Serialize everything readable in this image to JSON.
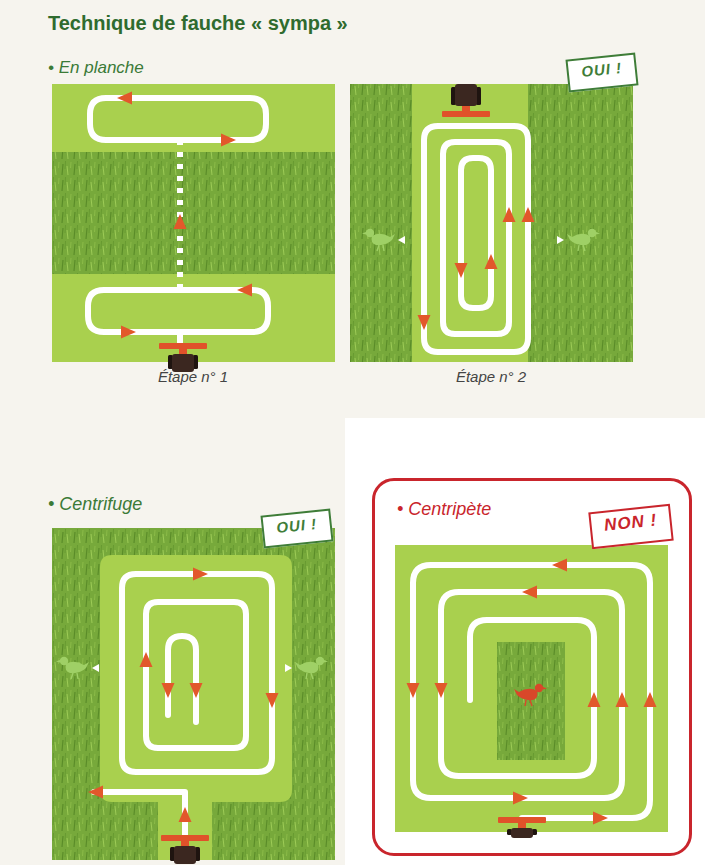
{
  "diagram": {
    "title": "Technique de fauche « sympa »",
    "nodes": [
      {
        "text": [
          "OUI !"
        ]
      },
      {
        "text": [
          "OUI !"
        ]
      },
      {
        "text": [
          "• Centripète"
        ]
      },
      {
        "text": [
          "NON !"
        ],
        "in": 2
      }
    ],
    "labels": [
      "• En planche",
      "Étape n° 1",
      "Étape n° 2",
      "• Centrifuge"
    ]
  }
}
